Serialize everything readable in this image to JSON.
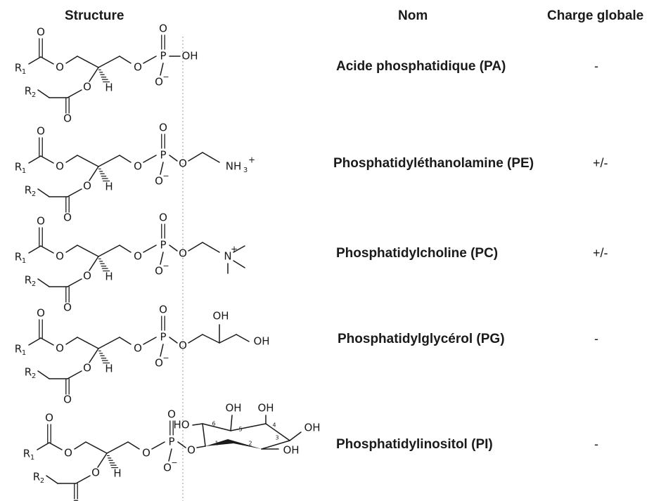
{
  "headers": {
    "structure": "Structure",
    "nom": "Nom",
    "charge": "Charge globale"
  },
  "rows": [
    {
      "name": "Acide phosphatidique (PA)",
      "charge": "-"
    },
    {
      "name": "Phosphatidyléthanolamine (PE)",
      "charge": "+/-"
    },
    {
      "name": "Phosphatidylcholine (PC)",
      "charge": "+/-"
    },
    {
      "name": "Phosphatidylglycérol (PG)",
      "charge": "-"
    },
    {
      "name": "Phosphatidylinositol (PI)",
      "charge": "-"
    }
  ],
  "atoms": {
    "O": "O",
    "P": "P",
    "OH": "OH",
    "H": "H",
    "HO": "HO",
    "R": "R",
    "sub1": "1",
    "sub2": "2",
    "sub3": "3",
    "minus": "−",
    "plus": "+",
    "NH": "NH",
    "N": "N",
    "ring_pos": [
      "6",
      "5",
      "4",
      "3",
      "2",
      "1"
    ]
  }
}
